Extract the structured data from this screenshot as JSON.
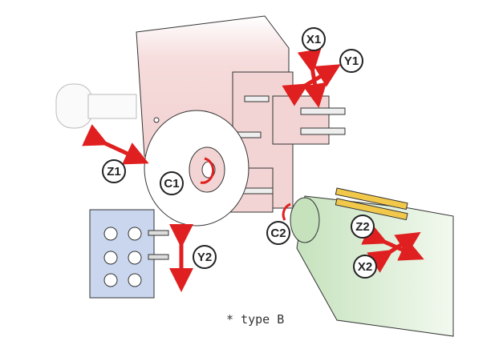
{
  "axes": {
    "x1": "X1",
    "y1": "Y1",
    "z1": "Z1",
    "c1": "C1",
    "c2": "C2",
    "z2": "Z2",
    "x2": "X2",
    "y2": "Y2"
  },
  "note": "* type B",
  "colors": {
    "arrow": "#e02020",
    "machine": "#f4dada",
    "tool_block": "#c9d6ee",
    "spindle": "#d6ecd0"
  }
}
